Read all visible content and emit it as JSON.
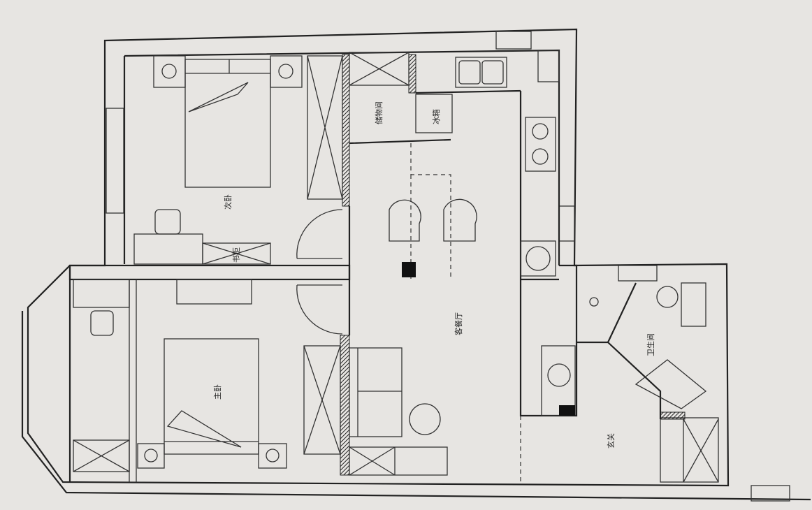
{
  "plan": {
    "rooms": {
      "second_bedroom": "次卧",
      "master_bedroom": "主卧",
      "living_dining": "客餐厅",
      "bathroom": "卫生间",
      "entrance": "玄关",
      "storage": "储物间",
      "fridge": "冰箱",
      "bookcase": "书柜"
    },
    "colors": {
      "paper": "#e7e5e2",
      "line": "#222222"
    }
  }
}
